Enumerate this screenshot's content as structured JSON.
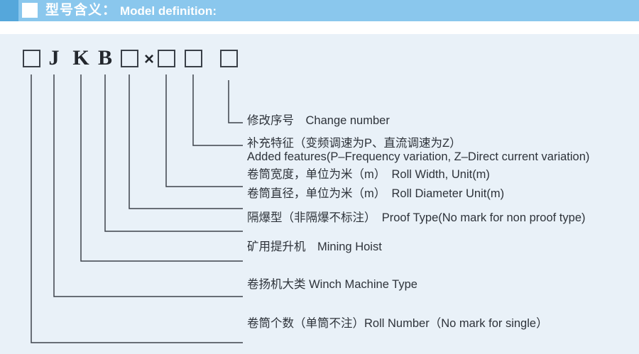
{
  "header": {
    "title_zh": "型号含义：",
    "title_en": "Model definition:"
  },
  "model_code": {
    "sequence": [
      "□",
      "J",
      "K",
      "B",
      "□",
      "×",
      "□",
      "□",
      "□"
    ]
  },
  "rows": {
    "change_number": "修改序号　Change number",
    "added_features_zh": "补充特征（变频调速为P、直流调速为Z）",
    "added_features_en": "Added features(P–Frequency variation, Z–Direct current variation)",
    "roll_width": "卷筒宽度，单位为米（m）　Roll Width, Unit(m)",
    "roll_diameter": "卷筒直径，单位为米（m）　Roll Diameter Unit(m)",
    "proof_type": "隔爆型（非隔爆不标注）　Proof Type(No mark for non proof type)",
    "mining_hoist": "矿用提升机　Mining Hoist",
    "winch_type": "卷扬机大类 Winch Machine Type",
    "roll_number": "卷筒个数（单筒不注）Roll Number（No mark for single）"
  },
  "colors": {
    "header_bar": "#8ac7ed",
    "header_accent": "#55a7db",
    "panel_bg": "#e9f1f8",
    "line": "#3e434b",
    "text": "#2e333a"
  }
}
